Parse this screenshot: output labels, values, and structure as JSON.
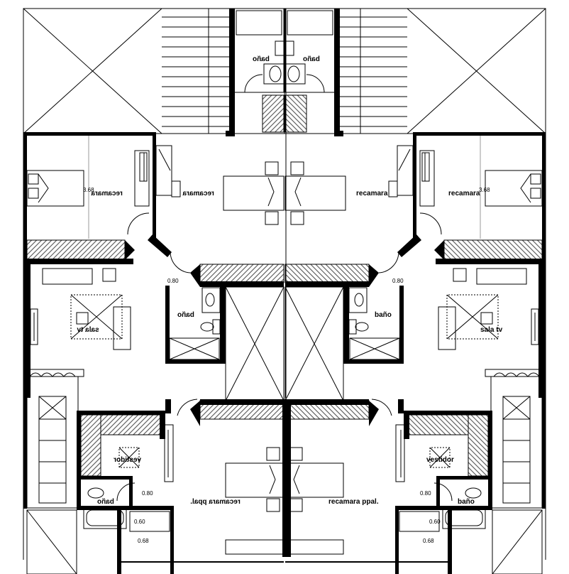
{
  "plan": {
    "rooms": {
      "bano_top_left": "baño",
      "bano_top_right": "baño",
      "recamara_left": "recamara",
      "recamara_right": "recamara",
      "recamara_outer_left": "recamara",
      "recamara_outer_right": "recamara",
      "bano_mid_left": "baño",
      "bano_mid_right": "baño",
      "sala_tv_left": "sala tv",
      "sala_tv_right": "sala tv",
      "vestidor_left": "vestidor",
      "vestidor_right": "vestidor",
      "bano_bottom_left": "baño",
      "bano_bottom_right": "baño",
      "recamara_ppal_left": "recamara ppal.",
      "recamara_ppal_right": "recamara ppal."
    },
    "dimensions": {
      "d368_left": "3.68",
      "d368_right": "3.68",
      "d080_left": "0.80",
      "d080_right": "0.80",
      "d080_bottom_left": "0.80",
      "d080_bottom_right": "0.80",
      "d060_left": "0.60",
      "d060_right": "0.60",
      "d068_left": "0.68",
      "d068_right": "0.68"
    },
    "colors": {
      "wall": "#000000",
      "hatch": "#555555",
      "line": "#000000"
    }
  }
}
